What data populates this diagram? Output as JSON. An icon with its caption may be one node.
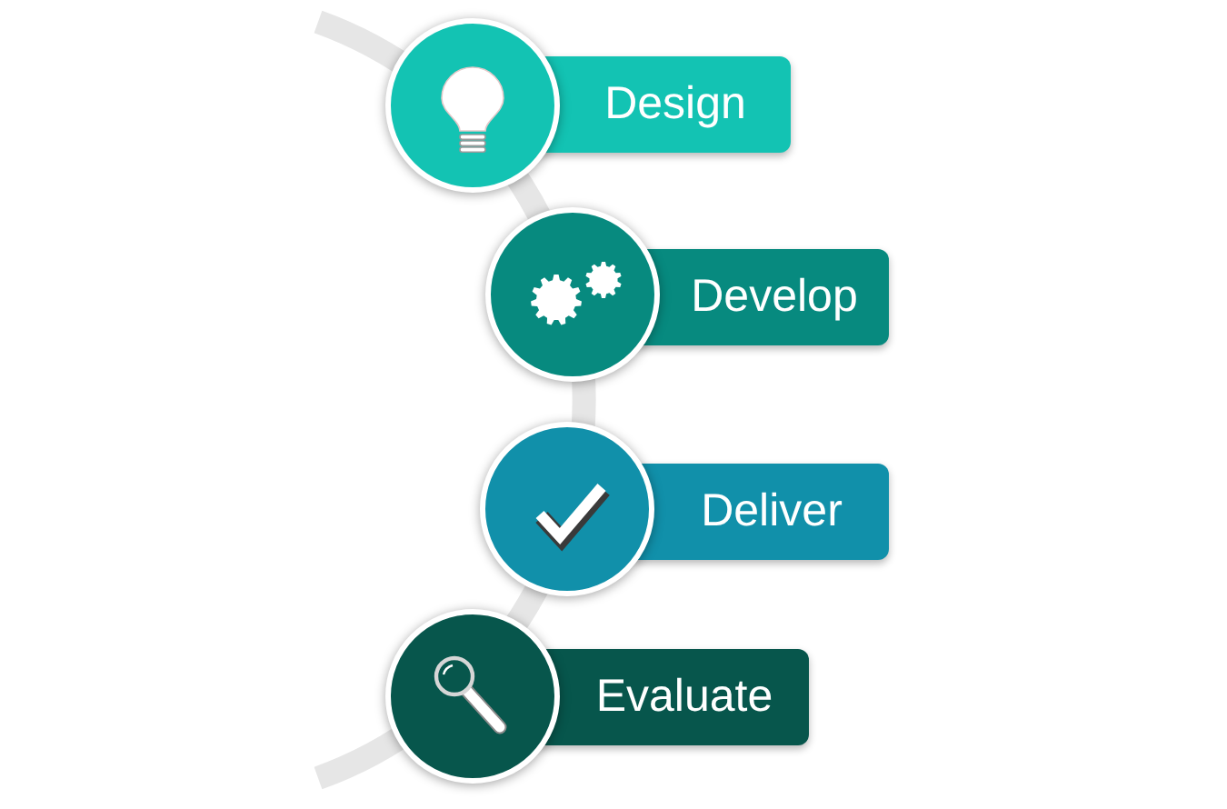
{
  "diagram": {
    "nodes": [
      {
        "text": [
          "Design"
        ]
      },
      {
        "text": [
          "Develop"
        ]
      },
      {
        "text": [
          "Deliver"
        ]
      },
      {
        "text": [
          "Evaluate"
        ]
      }
    ]
  }
}
